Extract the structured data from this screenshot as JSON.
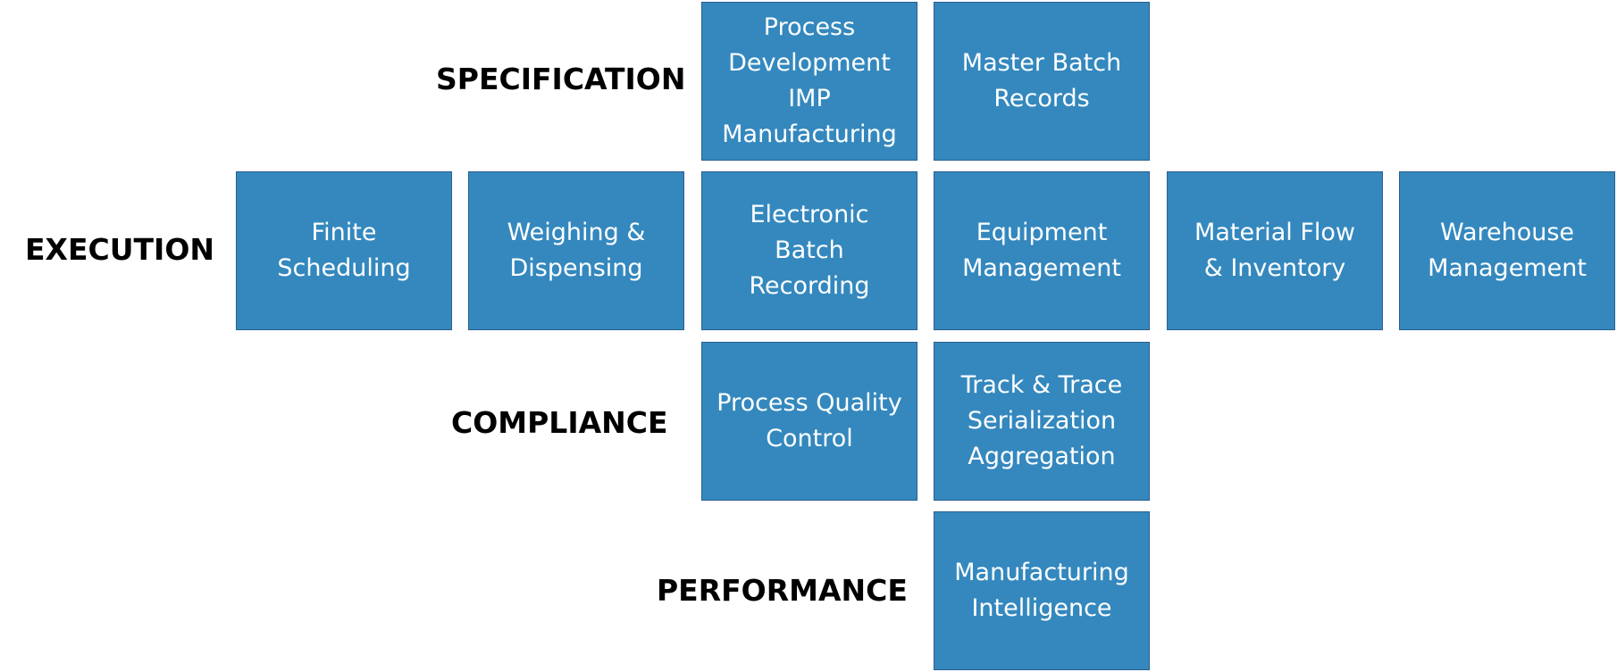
{
  "rows": {
    "specification": "SPECIFICATION",
    "execution": "EXECUTION",
    "compliance": "COMPLIANCE",
    "performance": "PERFORMANCE"
  },
  "boxes": {
    "process_development": "Process\nDevelopment\nIMP\nManufacturing",
    "master_batch_records": "Master Batch\nRecords",
    "finite_scheduling": "Finite\nScheduling",
    "weighing_dispensing": "Weighing &\nDispensing",
    "electronic_batch_recording": "Electronic\nBatch\nRecording",
    "equipment_management": "Equipment\nManagement",
    "material_flow_inventory": "Material Flow\n& Inventory",
    "warehouse_management": "Warehouse\nManagement",
    "process_quality_control": "Process Quality\nControl",
    "track_trace": "Track & Trace\nSerialization\nAggregation",
    "manufacturing_intelligence": "Manufacturing\nIntelligence"
  },
  "colors": {
    "box_fill": "#3488be",
    "box_border": "#2a5f8f",
    "box_text": "#ffffff",
    "label_text": "#000000"
  }
}
